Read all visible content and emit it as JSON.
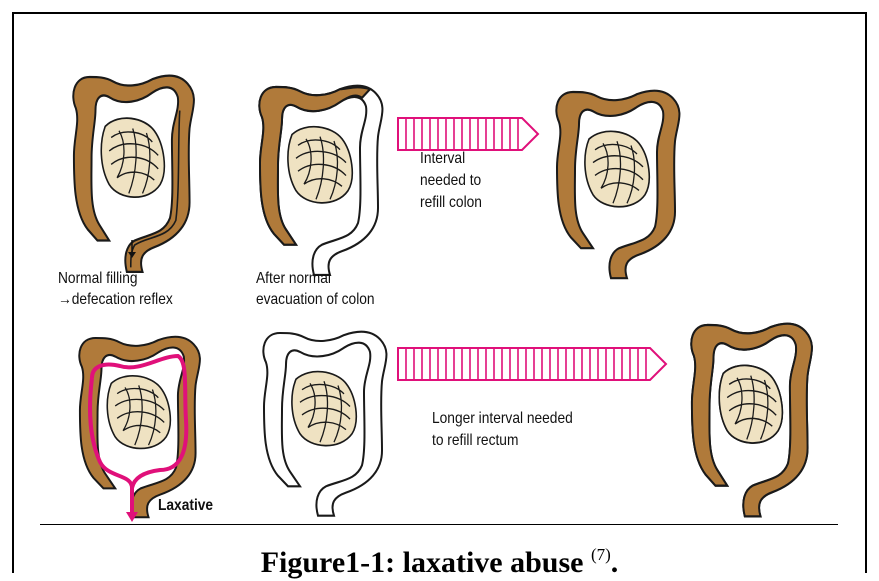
{
  "labels": {
    "normal_filling": "Normal filling",
    "defecation_reflex": "defecation reflex",
    "after_normal": "After normal",
    "evacuation": "evacuation of colon",
    "interval": "Interval",
    "needed_to": "needed to",
    "refill_colon": "refill colon",
    "longer_interval": "Longer interval needed",
    "refill_rectum": "to refill rectum",
    "laxative": "Laxative"
  },
  "caption": {
    "text": "Figure1-1: laxative abuse ",
    "ref": "(7)",
    "end": "."
  },
  "colors": {
    "colon_fill": "#b07a3a",
    "colon_outline": "#1a1a1a",
    "arrow_pink": "#e0107a",
    "intestine_fill": "#efe2c2"
  },
  "icons": [
    "colon-full-icon",
    "colon-empty-icon",
    "time-arrow-icon",
    "laxative-arrow-icon"
  ]
}
